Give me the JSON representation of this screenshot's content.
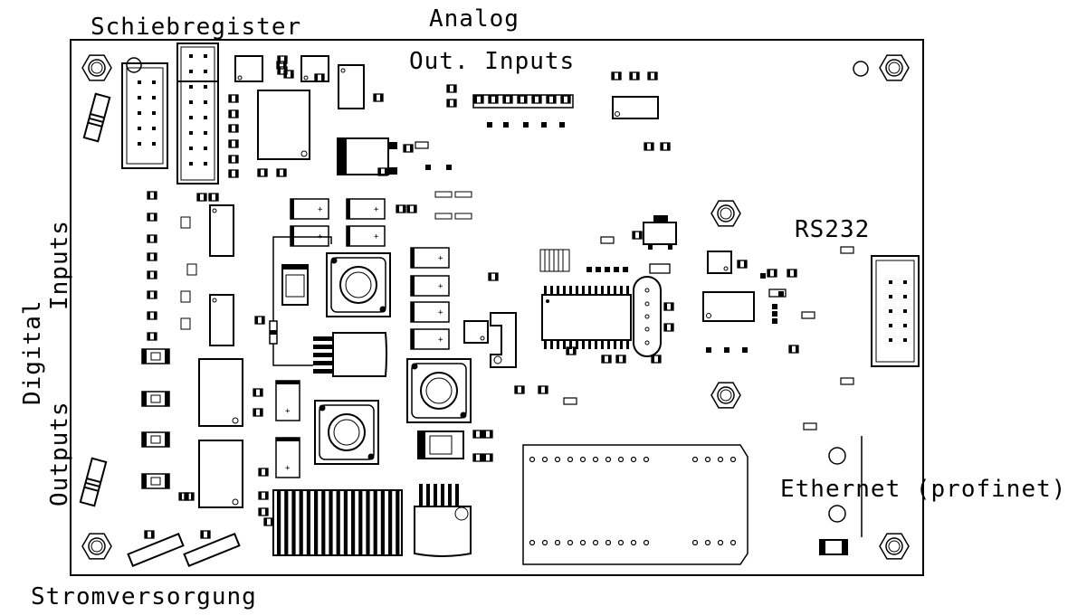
{
  "labels": {
    "shift_register": "Schiebregister",
    "analog": "Analog",
    "analog_out_inputs": "Out. Inputs",
    "digital": "Digital",
    "inputs": "Inputs",
    "outputs": "Outputs",
    "rs232": "RS232",
    "ethernet": "Ethernet (profinet)",
    "power_supply": "Stromversorgung"
  },
  "components": {
    "polarity_mark": "+"
  },
  "colors": {
    "ink": "#000000",
    "board": "#ffffff",
    "fill_dark": "#000000"
  }
}
